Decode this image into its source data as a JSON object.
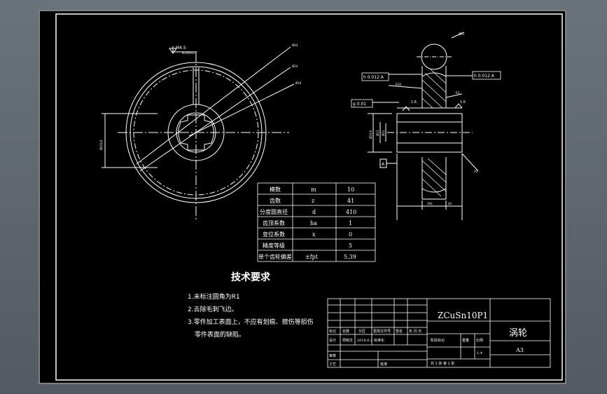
{
  "drawing": {
    "part_name": "涡轮",
    "material": "ZCuSn10P1",
    "sheet_size": "A3",
    "scale": "1:4",
    "pages": "共 1 张 第 1 张",
    "title_block_labels": [
      "标记",
      "处数",
      "分区",
      "更改文件号",
      "签名",
      "年.月.日"
    ],
    "title_block_row2": [
      "设计",
      "周晓文",
      "2018.6.2",
      "标准化"
    ],
    "title_block_row3": [
      "审核",
      "工艺",
      "批准"
    ],
    "title_block_stage": [
      "阶段标记",
      "重量",
      "比例"
    ]
  },
  "dims": {
    "front": [
      "M4.5",
      "Ø106H11",
      "Ø44",
      "Ø24",
      "Ø16",
      "Ø424.6"
    ],
    "side": [
      "Ø21",
      "h 0.012 A",
      "h 0.012 A",
      "g 0.01",
      "R16",
      "R3",
      "1.6",
      "1.6",
      "Ø24.6",
      "Ø13",
      "Ø11",
      "A",
      "192",
      "44",
      "22"
    ]
  },
  "params": [
    {
      "name": "模数",
      "sym": "m",
      "val": "10"
    },
    {
      "name": "齿数",
      "sym": "z",
      "val": "41"
    },
    {
      "name": "分度圆直径",
      "sym": "d",
      "val": "410"
    },
    {
      "name": "齿顶系数",
      "sym": "ha",
      "val": "1"
    },
    {
      "name": "变位系数",
      "sym": "x",
      "val": "0"
    },
    {
      "name": "精度等级",
      "sym": "",
      "val": "5"
    },
    {
      "name": "单个齿轮偏差",
      "sym": "±fpt",
      "val": "5.39"
    }
  ],
  "tech": {
    "title": "技术要求",
    "items": [
      "1.未标注圆角为R1",
      "2.去除毛刺飞边。",
      "3.零件加工表面上，不应有划痕、擦伤等损伤",
      "零件表面的缺陷。"
    ]
  }
}
